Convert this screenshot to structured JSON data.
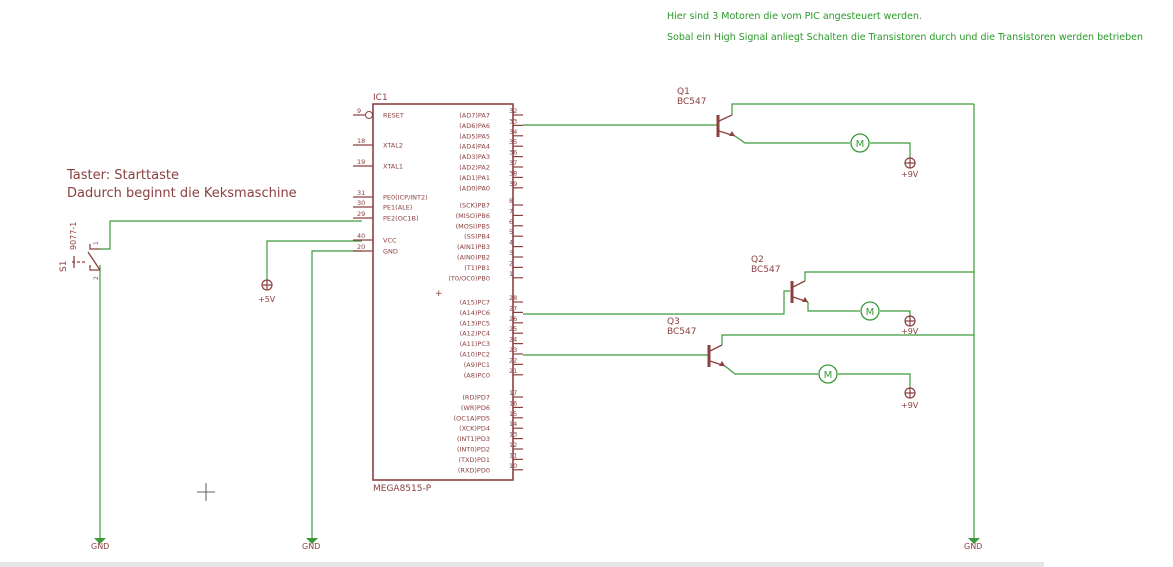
{
  "notes": {
    "line1": "Hier sind 3 Motoren die vom PIC angesteuert werden.",
    "line2": "Sobal ein High Signal anliegt Schalten die Transistoren durch und die Transistoren werden betrieben"
  },
  "annotation": {
    "line1": "Taster: Starttaste",
    "line2": "Dadurch beginnt die Keksmaschine"
  },
  "ic": {
    "name": "IC1",
    "value": "MEGA8515-P",
    "left_pins": [
      {
        "num": "9",
        "label": "RESET"
      },
      {
        "num": "18",
        "label": "XTAL2"
      },
      {
        "num": "19",
        "label": "XTAL1"
      },
      {
        "num": "31",
        "label": "PE0(ICP/INT2)"
      },
      {
        "num": "30",
        "label": "PE1(ALE)"
      },
      {
        "num": "29",
        "label": "PE2(OC1B)"
      },
      {
        "num": "40",
        "label": "VCC"
      },
      {
        "num": "20",
        "label": "GND"
      }
    ],
    "right_pins": [
      {
        "num": "32",
        "label": "(AD7)PA7"
      },
      {
        "num": "33",
        "label": "(AD6)PA6"
      },
      {
        "num": "34",
        "label": "(AD5)PA5"
      },
      {
        "num": "35",
        "label": "(AD4)PA4"
      },
      {
        "num": "36",
        "label": "(AD3)PA3"
      },
      {
        "num": "37",
        "label": "(AD2)PA2"
      },
      {
        "num": "38",
        "label": "(AD1)PA1"
      },
      {
        "num": "39",
        "label": "(AD0)PA0"
      },
      {
        "num": "8",
        "label": "(SCK)PB7"
      },
      {
        "num": "7",
        "label": "(MISO)PB6"
      },
      {
        "num": "6",
        "label": "(MOSI)PB5"
      },
      {
        "num": "5",
        "label": "(SS)PB4"
      },
      {
        "num": "4",
        "label": "(AIN1)PB3"
      },
      {
        "num": "3",
        "label": "(AIN0)PB2"
      },
      {
        "num": "2",
        "label": "(T1)PB1"
      },
      {
        "num": "1",
        "label": "(T0/OC0)PB0"
      },
      {
        "num": "28",
        "label": "(A15)PC7"
      },
      {
        "num": "27",
        "label": "(A14)PC6"
      },
      {
        "num": "26",
        "label": "(A13)PC5"
      },
      {
        "num": "25",
        "label": "(A12)PC4"
      },
      {
        "num": "24",
        "label": "(A11)PC3"
      },
      {
        "num": "23",
        "label": "(A10)PC2"
      },
      {
        "num": "22",
        "label": "(A9)PC1"
      },
      {
        "num": "21",
        "label": "(A8)PC0"
      },
      {
        "num": "17",
        "label": "(RD)PD7"
      },
      {
        "num": "16",
        "label": "(WR)PD6"
      },
      {
        "num": "15",
        "label": "(OC1A)PD5"
      },
      {
        "num": "14",
        "label": "(XCK)PD4"
      },
      {
        "num": "13",
        "label": "(INT1)PD3"
      },
      {
        "num": "12",
        "label": "(INT0)PD2"
      },
      {
        "num": "11",
        "label": "(TXD)PD1"
      },
      {
        "num": "10",
        "label": "(RXD)PD0"
      }
    ]
  },
  "transistors": [
    {
      "name": "Q1",
      "value": "BC547"
    },
    {
      "name": "Q2",
      "value": "BC547"
    },
    {
      "name": "Q3",
      "value": "BC547"
    }
  ],
  "motor_label": "M",
  "supply_labels": {
    "plus5": "+5V",
    "plus9": "+9V",
    "gnd": "GND"
  },
  "switch": {
    "name": "S1",
    "value": "9077-1",
    "pin1": "1",
    "pin2": "2"
  },
  "colors": {
    "wire": "#3c9a3c",
    "component": "#8b4040",
    "text_green": "#2a9a2a",
    "background": "#ffffff"
  }
}
